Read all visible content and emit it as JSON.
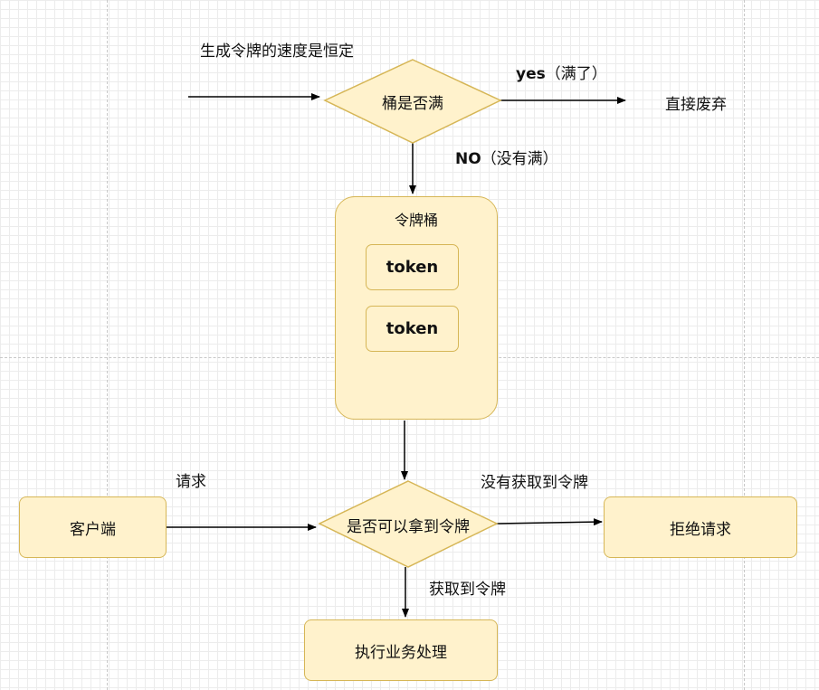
{
  "diagram": {
    "top_input_label": "生成令牌的速度是恒定",
    "full_check": "桶是否满",
    "yes_branch": {
      "en": "yes",
      "zh": "（满了）"
    },
    "discard": "直接废弃",
    "no_branch": {
      "en": "NO",
      "zh": "（没有满）"
    },
    "bucket": {
      "title": "令牌桶",
      "tokens": [
        "token",
        "token"
      ]
    },
    "client": "客户端",
    "request_label": "请求",
    "token_check": "是否可以拿到令牌",
    "reject_edge_label": "没有获取到令牌",
    "reject": "拒绝请求",
    "obtain_edge_label": "获取到令牌",
    "process": "执行业务处理"
  },
  "colors": {
    "node_fill": "#fff2cc",
    "node_stroke": "#d6b656",
    "edge": "#000000"
  }
}
